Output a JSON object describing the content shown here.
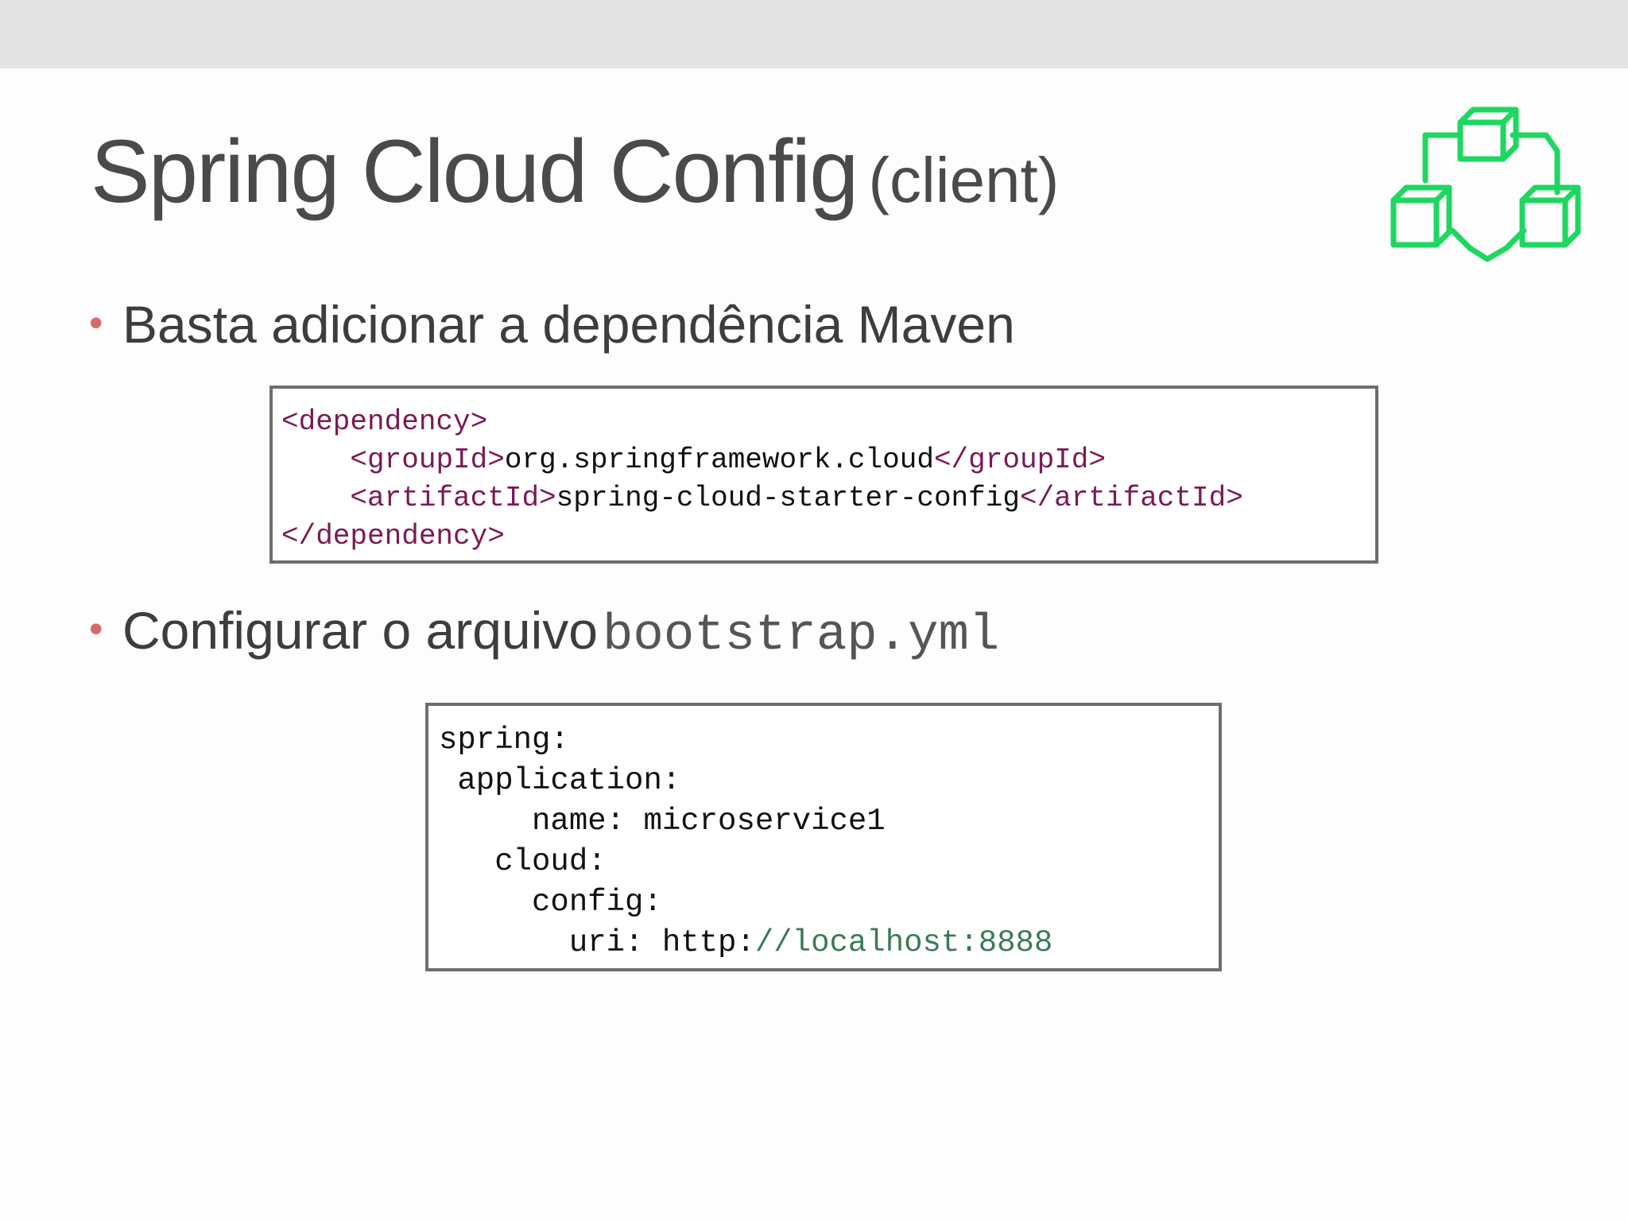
{
  "slide": {
    "title_main": "Spring Cloud Config",
    "title_sub": "(client)",
    "bullets": [
      {
        "dot": "•",
        "text": "Basta adicionar a dependência Maven"
      },
      {
        "dot": "•",
        "text": "Configurar o arquivo",
        "code": "bootstrap.yml"
      }
    ]
  },
  "logo": {
    "icon": "cubes-icon",
    "color": "#1ed760"
  },
  "xml_code": {
    "line1": {
      "tag": "<dependency>"
    },
    "line2": {
      "indent": "    ",
      "open": "<groupId>",
      "value": "org.springframework.cloud",
      "close": "</groupId>"
    },
    "line3": {
      "indent": "    ",
      "open": "<artifactId>",
      "value": "spring-cloud-starter-config",
      "close": "</artifactId>"
    },
    "line4": {
      "tag": "</dependency>"
    }
  },
  "yml_code": {
    "line1": "spring:",
    "line2": " application:",
    "line3": "     name: microservice1",
    "line4": "   cloud:",
    "line5": "     config:",
    "line6_key": "       uri: http:",
    "line6_url": "//localhost:8888"
  },
  "colors": {
    "tag": "#7a1a55",
    "url": "#3b7a57",
    "bullet_dot": "#d86a6a",
    "title": "#4a4a4a"
  }
}
